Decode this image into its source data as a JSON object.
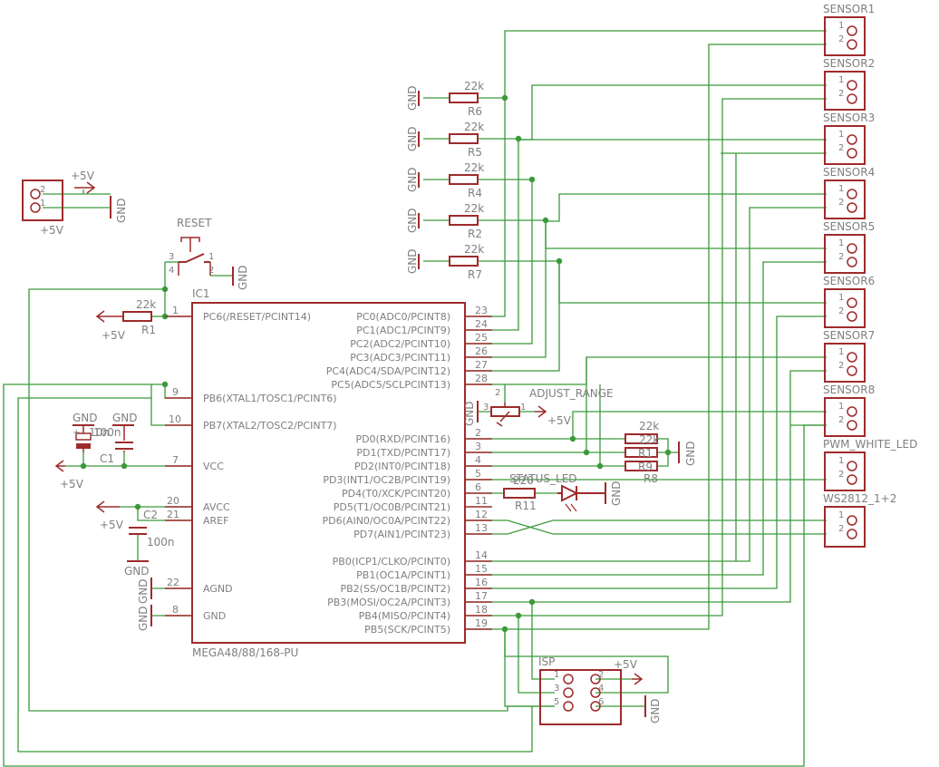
{
  "colors": {
    "background": "#ffffff",
    "wire": "#3a9a3a",
    "part": "#9e2b2b",
    "text": "#7f7f7f"
  },
  "ic": {
    "name": "IC1",
    "part": "MEGA48/88/168-PU",
    "left_pins": [
      {
        "num": "1",
        "name": "PC6(/RESET/PCINT14)"
      },
      {
        "num": "9",
        "name": "PB6(XTAL1/TOSC1/PCINT6)"
      },
      {
        "num": "10",
        "name": "PB7(XTAL2/TOSC2/PCINT7)"
      },
      {
        "num": "7",
        "name": "VCC"
      },
      {
        "num": "20",
        "name": "AVCC"
      },
      {
        "num": "21",
        "name": "AREF"
      },
      {
        "num": "22",
        "name": "AGND"
      },
      {
        "num": "8",
        "name": "GND"
      }
    ],
    "right_pins": [
      {
        "num": "23",
        "name": "PC0(ADC0/PCINT8)"
      },
      {
        "num": "24",
        "name": "PC1(ADC1/PCINT9)"
      },
      {
        "num": "25",
        "name": "PC2(ADC2/PCINT10)"
      },
      {
        "num": "26",
        "name": "PC3(ADC3/PCINT11)"
      },
      {
        "num": "27",
        "name": "PC4(ADC4/SDA/PCINT12)"
      },
      {
        "num": "28",
        "name": "PC5(ADC5/SCLPCINT13)"
      },
      {
        "num": "2",
        "name": "PD0(RXD/PCINT16)"
      },
      {
        "num": "3",
        "name": "PD1(TXD/PCINT17)"
      },
      {
        "num": "4",
        "name": "PD2(INT0/PCINT18)"
      },
      {
        "num": "5",
        "name": "PD3(INT1/OC2B/PCINT19)"
      },
      {
        "num": "6",
        "name": "PD4(T0/XCK/PCINT20)"
      },
      {
        "num": "11",
        "name": "PD5(T1/OC0B/PCINT21)"
      },
      {
        "num": "12",
        "name": "PD6(AIN0/OC0A/PCINT22)"
      },
      {
        "num": "13",
        "name": "PD7(AIN1/PCINT23)"
      },
      {
        "num": "14",
        "name": "PB0(ICP1/CLKO/PCINT0)"
      },
      {
        "num": "15",
        "name": "PB1(OC1A/PCINT1)"
      },
      {
        "num": "16",
        "name": "PB2(SS/OC1B/PCINT2)"
      },
      {
        "num": "17",
        "name": "PB3(MOSI/OC2A/PCINT3)"
      },
      {
        "num": "18",
        "name": "PB4(MISO/PCINT4)"
      },
      {
        "num": "19",
        "name": "PB5(SCK/PCINT5)"
      }
    ]
  },
  "connectors": [
    {
      "name": "SENSOR1",
      "pin1": "1",
      "pin2": "2"
    },
    {
      "name": "SENSOR2",
      "pin1": "1",
      "pin2": "2"
    },
    {
      "name": "SENSOR3",
      "pin1": "1",
      "pin2": "2"
    },
    {
      "name": "SENSOR4",
      "pin1": "1",
      "pin2": "2"
    },
    {
      "name": "SENSOR5",
      "pin1": "1",
      "pin2": "2"
    },
    {
      "name": "SENSOR6",
      "pin1": "1",
      "pin2": "2"
    },
    {
      "name": "SENSOR7",
      "pin1": "1",
      "pin2": "2"
    },
    {
      "name": "SENSOR8",
      "pin1": "1",
      "pin2": "2"
    },
    {
      "name": "PWM_WHITE_LED",
      "pin1": "1",
      "pin2": "2"
    },
    {
      "name": "WS2812_1+2",
      "pin1": "1",
      "pin2": "2"
    }
  ],
  "sensor_resistors": [
    {
      "name": "R6",
      "value": "22k"
    },
    {
      "name": "R5",
      "value": "22k"
    },
    {
      "name": "R4",
      "value": "22k"
    },
    {
      "name": "R2",
      "value": "22k"
    },
    {
      "name": "R7",
      "value": "22k"
    }
  ],
  "gnd_label": "GND",
  "vcc_label": "+5V",
  "power_conn": {
    "pin2": "2",
    "pin1": "1",
    "top": "+5V",
    "bottom": "+5V",
    "gnd": "GND"
  },
  "reset": {
    "name": "RESET",
    "p3": "3",
    "p4": "4",
    "p1": "1",
    "p2": "2",
    "gnd": "GND"
  },
  "r1": {
    "name": "R1",
    "value": "22k",
    "vcc": "+5V"
  },
  "crystal_area": {
    "gnd1": "GND",
    "gnd2": "GND",
    "c1_value": "100n",
    "c1_overlap": "10n",
    "c1_name": "C1",
    "plus": "+",
    "vcc": "+5V"
  },
  "c2": {
    "name": "C2",
    "value": "100n",
    "vcc": "+5V",
    "gnd": "GND"
  },
  "left_gnds": {
    "agnd": "GND",
    "gnd": "GND"
  },
  "adjust": {
    "name": "ADJUST_RANGE",
    "p3": "3",
    "p2": "2",
    "p1": "1",
    "gnd": "GND",
    "vcc": "+5V"
  },
  "pd_resistors": {
    "r_a": "22k",
    "r_b": "22k",
    "r_c": "R9",
    "r_b_overlap": "R1",
    "r_name": "R8",
    "gnd": "GND"
  },
  "status": {
    "name": "STATUS_LED",
    "r_name": "R11",
    "r_value": "220",
    "gnd": "GND"
  },
  "isp": {
    "name": "ISP",
    "pins": [
      "1",
      "2",
      "3",
      "4",
      "5",
      "6"
    ],
    "vcc": "+5V",
    "gnd": "GND"
  }
}
